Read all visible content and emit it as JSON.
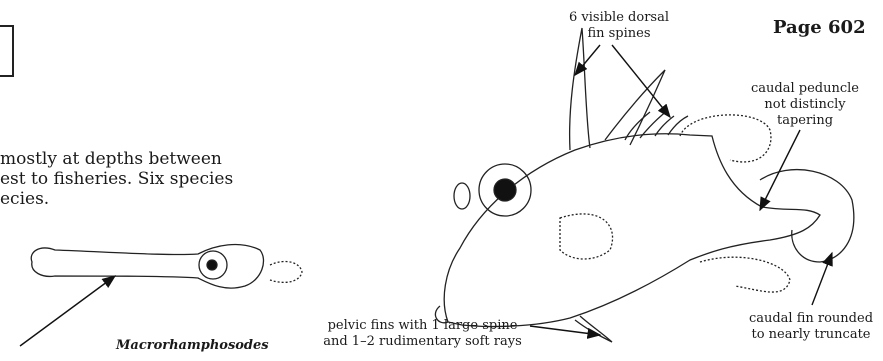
{
  "page": {
    "label": "Page 602"
  },
  "body_text": {
    "line1": "mostly at depths between",
    "line2": "est to fisheries. Six species",
    "line3": "ecies."
  },
  "callouts": {
    "dorsal_line1": "6 visible dorsal",
    "dorsal_line2": "fin spines",
    "peduncle_line1": "caudal peduncle",
    "peduncle_line2": "not distincly",
    "peduncle_line3": "tapering",
    "caudal_line1": "caudal fin rounded",
    "caudal_line2": "to nearly truncate",
    "pelvic_line1": "pelvic fins with 1 large spine",
    "pelvic_line2": "and 1–2 rudimentary soft rays"
  },
  "species": {
    "name": "Macrorhamphosodes"
  }
}
